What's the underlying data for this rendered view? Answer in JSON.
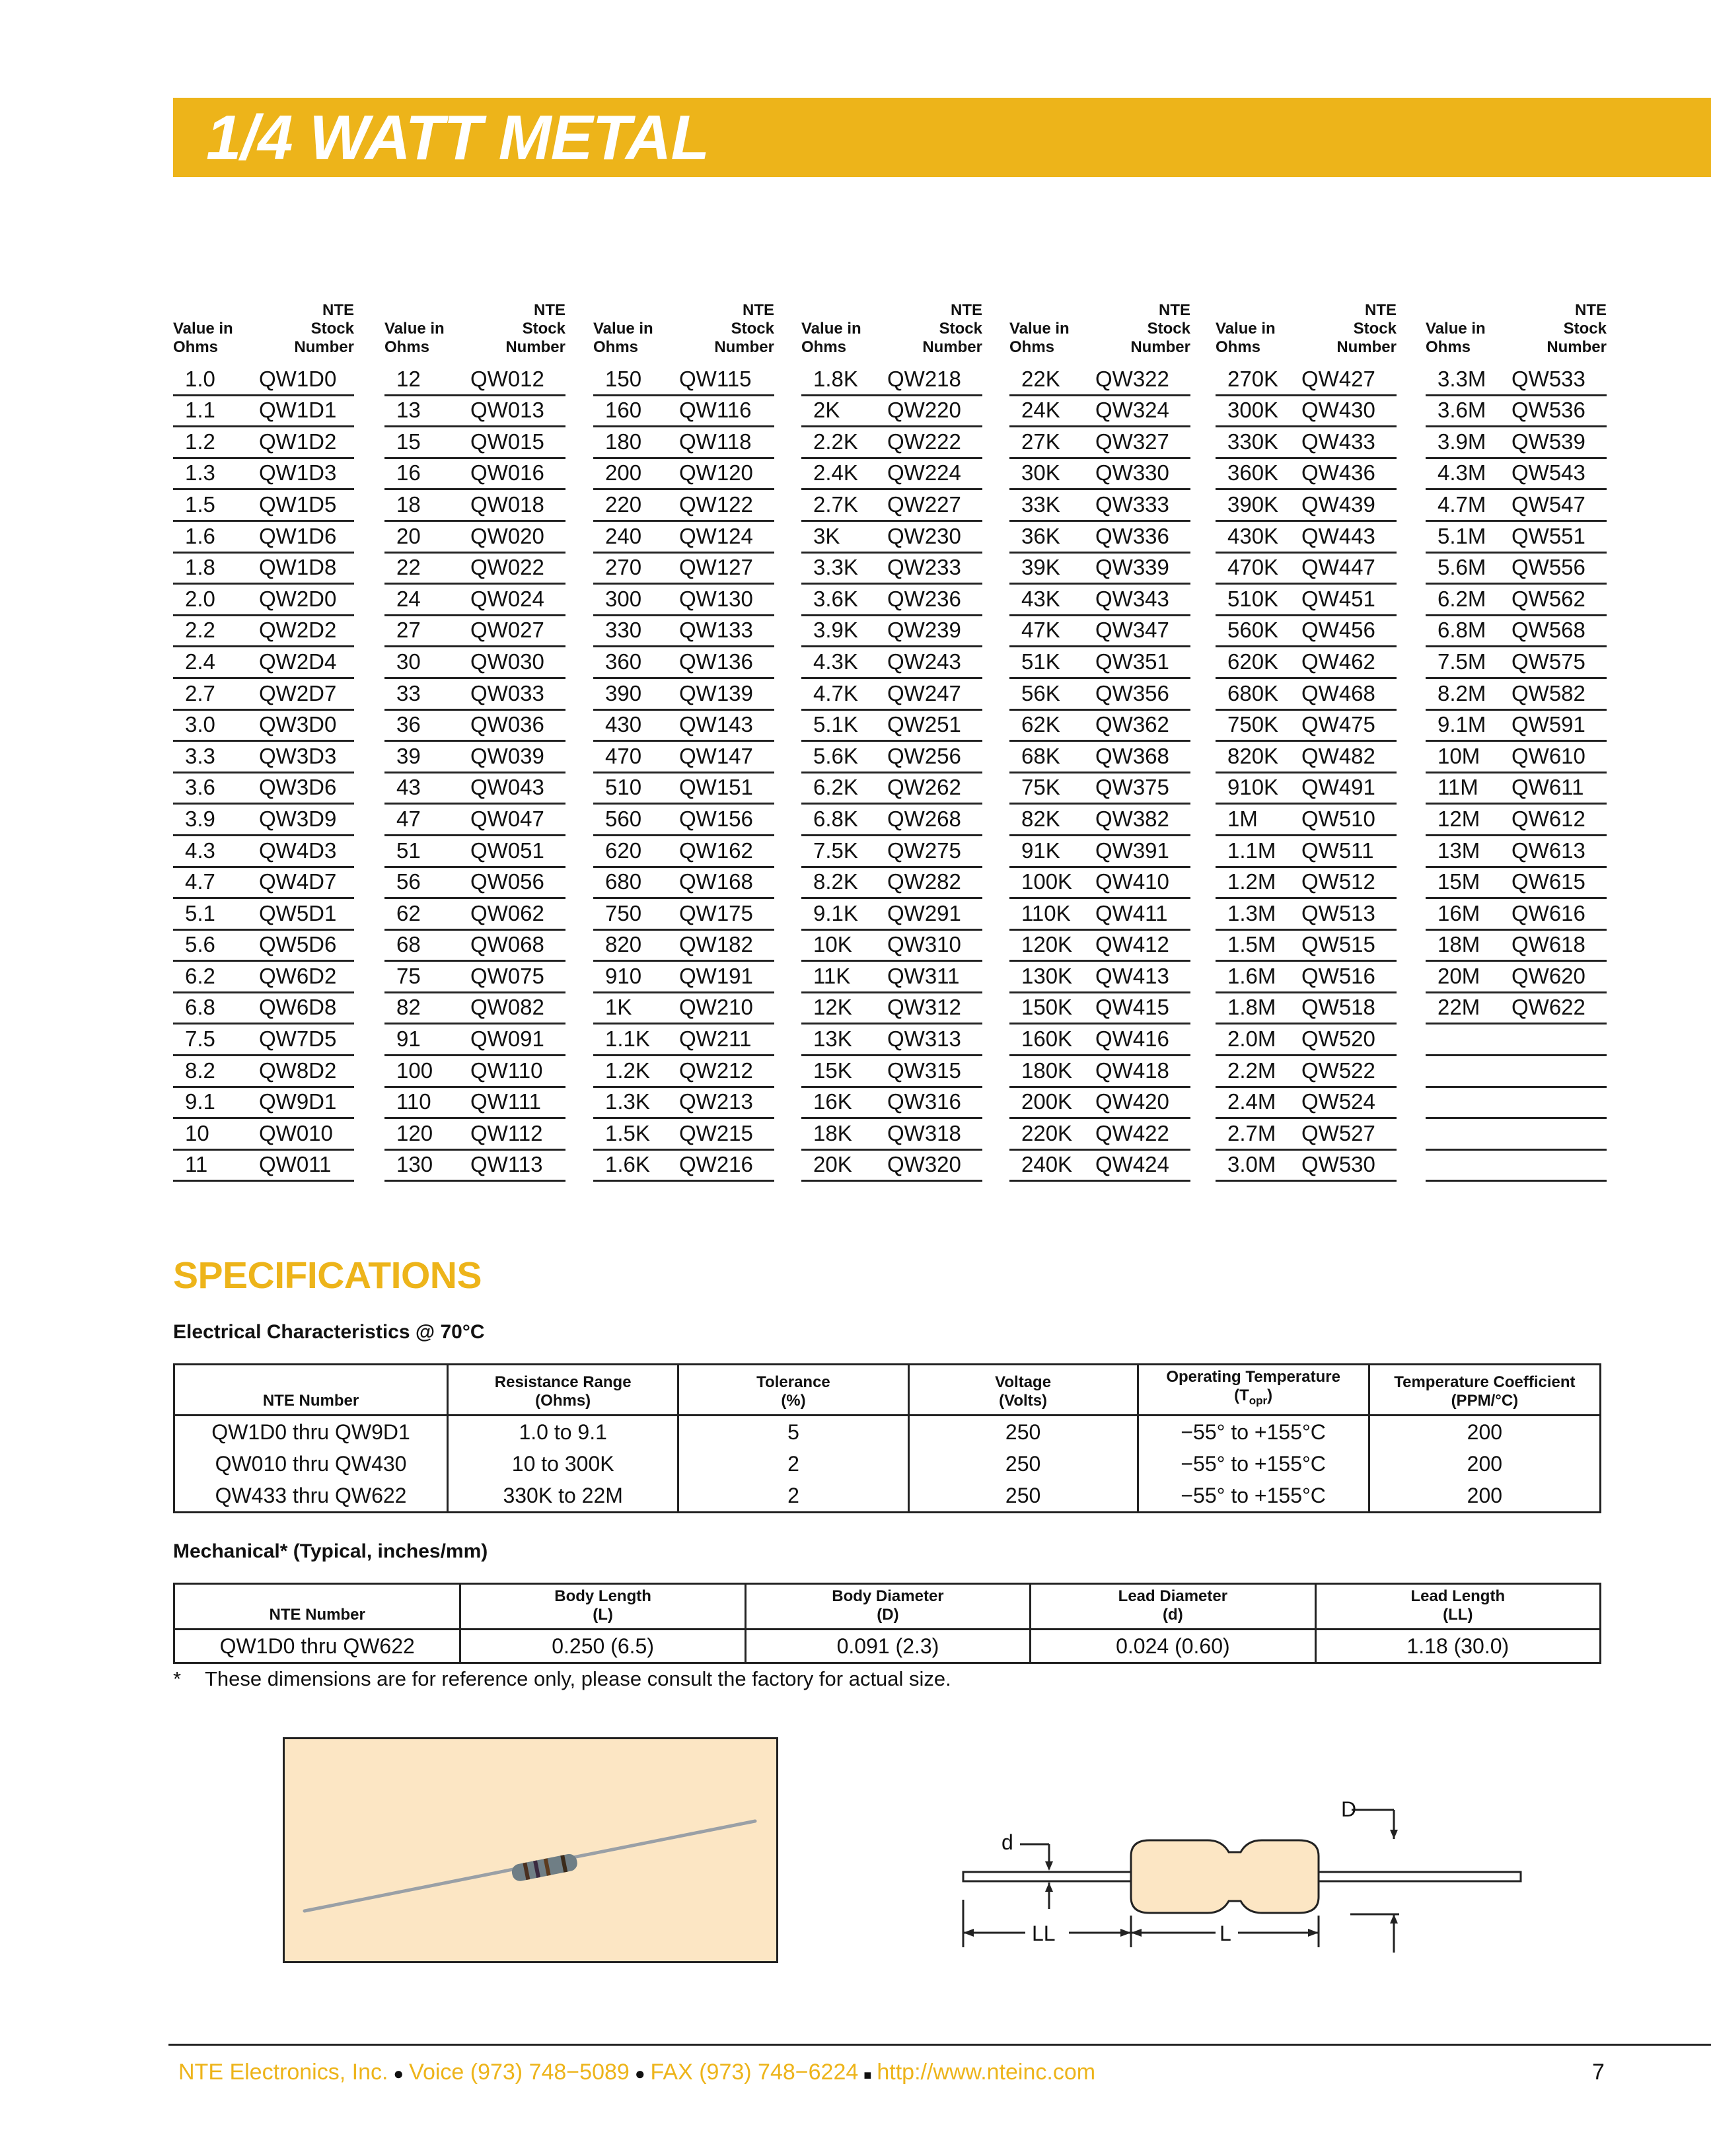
{
  "header": {
    "title": "1/4 WATT METAL"
  },
  "value_table": {
    "header_left": [
      "Value in",
      "Ohms"
    ],
    "header_right": [
      "NTE",
      "Stock",
      "Number"
    ],
    "columns": [
      [
        [
          "1.0",
          "QW1D0"
        ],
        [
          "1.1",
          "QW1D1"
        ],
        [
          "1.2",
          "QW1D2"
        ],
        [
          "1.3",
          "QW1D3"
        ],
        [
          "1.5",
          "QW1D5"
        ],
        [
          "1.6",
          "QW1D6"
        ],
        [
          "1.8",
          "QW1D8"
        ],
        [
          "2.0",
          "QW2D0"
        ],
        [
          "2.2",
          "QW2D2"
        ],
        [
          "2.4",
          "QW2D4"
        ],
        [
          "2.7",
          "QW2D7"
        ],
        [
          "3.0",
          "QW3D0"
        ],
        [
          "3.3",
          "QW3D3"
        ],
        [
          "3.6",
          "QW3D6"
        ],
        [
          "3.9",
          "QW3D9"
        ],
        [
          "4.3",
          "QW4D3"
        ],
        [
          "4.7",
          "QW4D7"
        ],
        [
          "5.1",
          "QW5D1"
        ],
        [
          "5.6",
          "QW5D6"
        ],
        [
          "6.2",
          "QW6D2"
        ],
        [
          "6.8",
          "QW6D8"
        ],
        [
          "7.5",
          "QW7D5"
        ],
        [
          "8.2",
          "QW8D2"
        ],
        [
          "9.1",
          "QW9D1"
        ],
        [
          "10",
          "QW010"
        ],
        [
          "11",
          "QW011"
        ]
      ],
      [
        [
          "12",
          "QW012"
        ],
        [
          "13",
          "QW013"
        ],
        [
          "15",
          "QW015"
        ],
        [
          "16",
          "QW016"
        ],
        [
          "18",
          "QW018"
        ],
        [
          "20",
          "QW020"
        ],
        [
          "22",
          "QW022"
        ],
        [
          "24",
          "QW024"
        ],
        [
          "27",
          "QW027"
        ],
        [
          "30",
          "QW030"
        ],
        [
          "33",
          "QW033"
        ],
        [
          "36",
          "QW036"
        ],
        [
          "39",
          "QW039"
        ],
        [
          "43",
          "QW043"
        ],
        [
          "47",
          "QW047"
        ],
        [
          "51",
          "QW051"
        ],
        [
          "56",
          "QW056"
        ],
        [
          "62",
          "QW062"
        ],
        [
          "68",
          "QW068"
        ],
        [
          "75",
          "QW075"
        ],
        [
          "82",
          "QW082"
        ],
        [
          "91",
          "QW091"
        ],
        [
          "100",
          "QW110"
        ],
        [
          "110",
          "QW111"
        ],
        [
          "120",
          "QW112"
        ],
        [
          "130",
          "QW113"
        ]
      ],
      [
        [
          "150",
          "QW115"
        ],
        [
          "160",
          "QW116"
        ],
        [
          "180",
          "QW118"
        ],
        [
          "200",
          "QW120"
        ],
        [
          "220",
          "QW122"
        ],
        [
          "240",
          "QW124"
        ],
        [
          "270",
          "QW127"
        ],
        [
          "300",
          "QW130"
        ],
        [
          "330",
          "QW133"
        ],
        [
          "360",
          "QW136"
        ],
        [
          "390",
          "QW139"
        ],
        [
          "430",
          "QW143"
        ],
        [
          "470",
          "QW147"
        ],
        [
          "510",
          "QW151"
        ],
        [
          "560",
          "QW156"
        ],
        [
          "620",
          "QW162"
        ],
        [
          "680",
          "QW168"
        ],
        [
          "750",
          "QW175"
        ],
        [
          "820",
          "QW182"
        ],
        [
          "910",
          "QW191"
        ],
        [
          "1K",
          "QW210"
        ],
        [
          "1.1K",
          "QW211"
        ],
        [
          "1.2K",
          "QW212"
        ],
        [
          "1.3K",
          "QW213"
        ],
        [
          "1.5K",
          "QW215"
        ],
        [
          "1.6K",
          "QW216"
        ]
      ],
      [
        [
          "1.8K",
          "QW218"
        ],
        [
          "2K",
          "QW220"
        ],
        [
          "2.2K",
          "QW222"
        ],
        [
          "2.4K",
          "QW224"
        ],
        [
          "2.7K",
          "QW227"
        ],
        [
          "3K",
          "QW230"
        ],
        [
          "3.3K",
          "QW233"
        ],
        [
          "3.6K",
          "QW236"
        ],
        [
          "3.9K",
          "QW239"
        ],
        [
          "4.3K",
          "QW243"
        ],
        [
          "4.7K",
          "QW247"
        ],
        [
          "5.1K",
          "QW251"
        ],
        [
          "5.6K",
          "QW256"
        ],
        [
          "6.2K",
          "QW262"
        ],
        [
          "6.8K",
          "QW268"
        ],
        [
          "7.5K",
          "QW275"
        ],
        [
          "8.2K",
          "QW282"
        ],
        [
          "9.1K",
          "QW291"
        ],
        [
          "10K",
          "QW310"
        ],
        [
          "11K",
          "QW311"
        ],
        [
          "12K",
          "QW312"
        ],
        [
          "13K",
          "QW313"
        ],
        [
          "15K",
          "QW315"
        ],
        [
          "16K",
          "QW316"
        ],
        [
          "18K",
          "QW318"
        ],
        [
          "20K",
          "QW320"
        ]
      ],
      [
        [
          "22K",
          "QW322"
        ],
        [
          "24K",
          "QW324"
        ],
        [
          "27K",
          "QW327"
        ],
        [
          "30K",
          "QW330"
        ],
        [
          "33K",
          "QW333"
        ],
        [
          "36K",
          "QW336"
        ],
        [
          "39K",
          "QW339"
        ],
        [
          "43K",
          "QW343"
        ],
        [
          "47K",
          "QW347"
        ],
        [
          "51K",
          "QW351"
        ],
        [
          "56K",
          "QW356"
        ],
        [
          "62K",
          "QW362"
        ],
        [
          "68K",
          "QW368"
        ],
        [
          "75K",
          "QW375"
        ],
        [
          "82K",
          "QW382"
        ],
        [
          "91K",
          "QW391"
        ],
        [
          "100K",
          "QW410"
        ],
        [
          "110K",
          "QW411"
        ],
        [
          "120K",
          "QW412"
        ],
        [
          "130K",
          "QW413"
        ],
        [
          "150K",
          "QW415"
        ],
        [
          "160K",
          "QW416"
        ],
        [
          "180K",
          "QW418"
        ],
        [
          "200K",
          "QW420"
        ],
        [
          "220K",
          "QW422"
        ],
        [
          "240K",
          "QW424"
        ]
      ],
      [
        [
          "270K",
          "QW427"
        ],
        [
          "300K",
          "QW430"
        ],
        [
          "330K",
          "QW433"
        ],
        [
          "360K",
          "QW436"
        ],
        [
          "390K",
          "QW439"
        ],
        [
          "430K",
          "QW443"
        ],
        [
          "470K",
          "QW447"
        ],
        [
          "510K",
          "QW451"
        ],
        [
          "560K",
          "QW456"
        ],
        [
          "620K",
          "QW462"
        ],
        [
          "680K",
          "QW468"
        ],
        [
          "750K",
          "QW475"
        ],
        [
          "820K",
          "QW482"
        ],
        [
          "910K",
          "QW491"
        ],
        [
          "1M",
          "QW510"
        ],
        [
          "1.1M",
          "QW511"
        ],
        [
          "1.2M",
          "QW512"
        ],
        [
          "1.3M",
          "QW513"
        ],
        [
          "1.5M",
          "QW515"
        ],
        [
          "1.6M",
          "QW516"
        ],
        [
          "1.8M",
          "QW518"
        ],
        [
          "2.0M",
          "QW520"
        ],
        [
          "2.2M",
          "QW522"
        ],
        [
          "2.4M",
          "QW524"
        ],
        [
          "2.7M",
          "QW527"
        ],
        [
          "3.0M",
          "QW530"
        ]
      ],
      [
        [
          "3.3M",
          "QW533"
        ],
        [
          "3.6M",
          "QW536"
        ],
        [
          "3.9M",
          "QW539"
        ],
        [
          "4.3M",
          "QW543"
        ],
        [
          "4.7M",
          "QW547"
        ],
        [
          "5.1M",
          "QW551"
        ],
        [
          "5.6M",
          "QW556"
        ],
        [
          "6.2M",
          "QW562"
        ],
        [
          "6.8M",
          "QW568"
        ],
        [
          "7.5M",
          "QW575"
        ],
        [
          "8.2M",
          "QW582"
        ],
        [
          "9.1M",
          "QW591"
        ],
        [
          "10M",
          "QW610"
        ],
        [
          "11M",
          "QW611"
        ],
        [
          "12M",
          "QW612"
        ],
        [
          "13M",
          "QW613"
        ],
        [
          "15M",
          "QW615"
        ],
        [
          "16M",
          "QW616"
        ],
        [
          "18M",
          "QW618"
        ],
        [
          "20M",
          "QW620"
        ],
        [
          "22M",
          "QW622"
        ],
        [
          "",
          ""
        ],
        [
          "",
          ""
        ],
        [
          "",
          ""
        ],
        [
          "",
          ""
        ],
        [
          "",
          ""
        ]
      ]
    ]
  },
  "specifications": {
    "title": "SPECIFICATIONS",
    "electrical": {
      "title": "Electrical Characteristics @ 70°C",
      "headers": [
        [
          "NTE Number"
        ],
        [
          "Resistance Range",
          "(Ohms)"
        ],
        [
          "Tolerance",
          "(%)"
        ],
        [
          "Voltage",
          "(Volts)"
        ],
        [
          "Operating Temperature",
          "(T",
          "opr",
          ")"
        ],
        [
          "Temperature Coefficient",
          "(PPM/°C)"
        ]
      ],
      "rows": [
        [
          "QW1D0 thru QW9D1",
          "1.0 to 9.1",
          "5",
          "250",
          "−55° to +155°C",
          "200"
        ],
        [
          "QW010 thru QW430",
          "10 to 300K",
          "2",
          "250",
          "−55° to +155°C",
          "200"
        ],
        [
          "QW433 thru QW622",
          "330K to 22M",
          "2",
          "250",
          "−55° to +155°C",
          "200"
        ]
      ]
    },
    "mechanical": {
      "title": "Mechanical* (Typical, inches/mm)",
      "headers": [
        [
          "NTE Number"
        ],
        [
          "Body Length",
          "(L)"
        ],
        [
          "Body Diameter",
          "(D)"
        ],
        [
          "Lead Diameter",
          "(d)"
        ],
        [
          "Lead Length",
          "(LL)"
        ]
      ],
      "rows": [
        [
          "QW1D0 thru QW622",
          "0.250 (6.5)",
          "0.091 (2.3)",
          "0.024 (0.60)",
          "1.18 (30.0)"
        ]
      ]
    },
    "footnote_mark": "*",
    "footnote": "These dimensions are for reference only, please consult the factory for actual size."
  },
  "diagram": {
    "label_D": "D",
    "label_d": "d",
    "label_LL": "LL",
    "label_L": "L"
  },
  "footer": {
    "company": "NTE Electronics, Inc.",
    "voice": "Voice (973) 748−5089",
    "fax": "FAX (973) 748−6224",
    "url": "http://www.nteinc.com",
    "page": "7"
  },
  "colors": {
    "accent": "#EDB41A",
    "photo_bg": "#FCE6C4"
  }
}
